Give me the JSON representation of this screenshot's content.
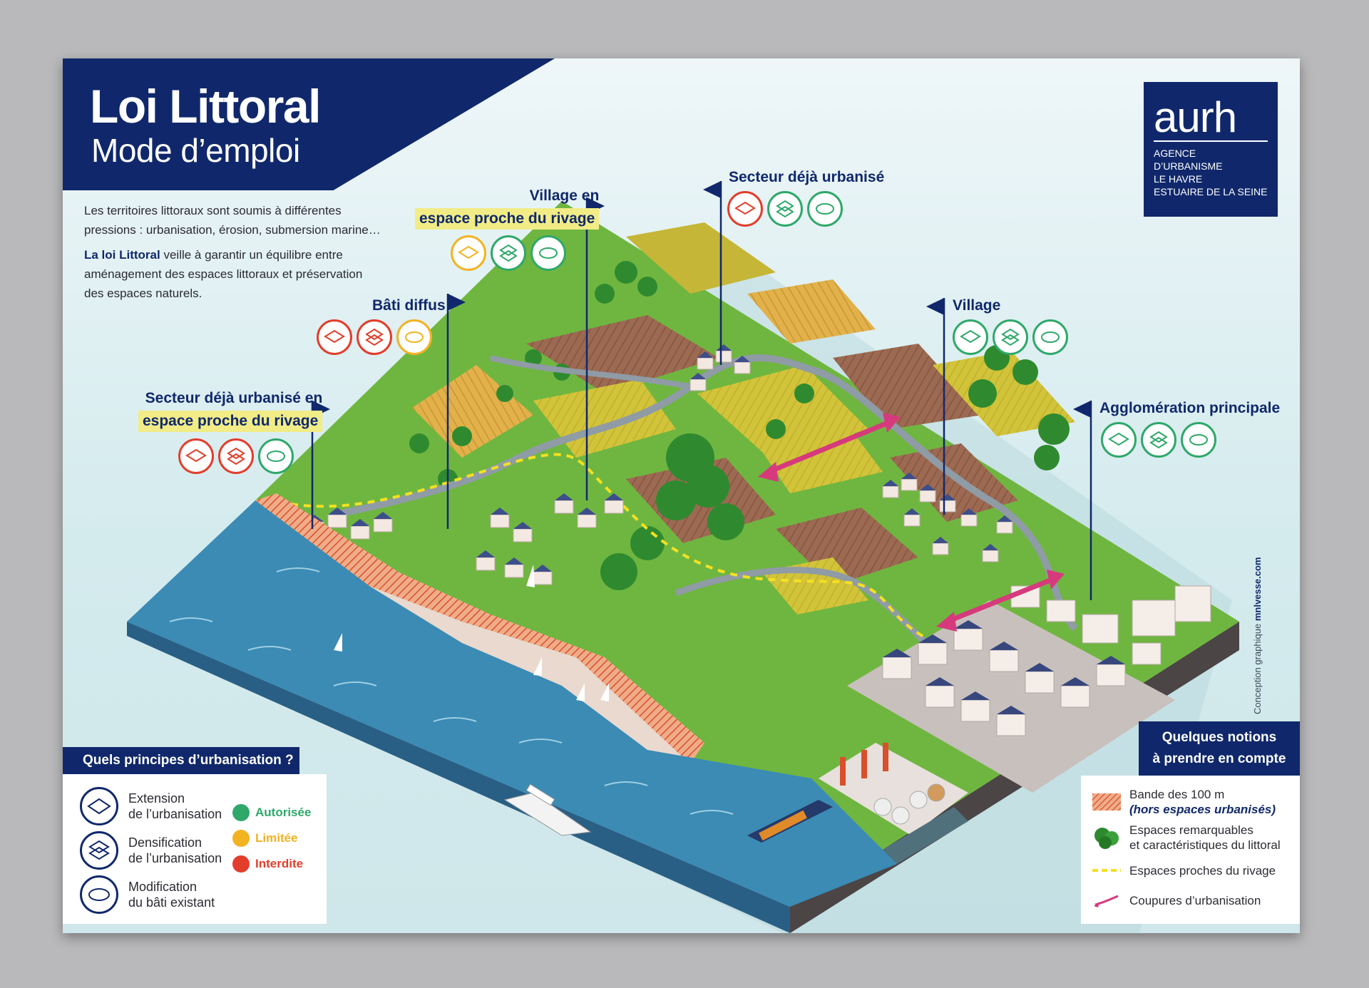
{
  "title": {
    "main": "Loi Littoral",
    "sub": "Mode d’emploi"
  },
  "intro": {
    "p1": "Les territoires littoraux sont soumis à différentes pressions : urbanisation, érosion, submersion marine…",
    "p2_bold": "La loi Littoral",
    "p2_rest": " veille à garantir un équilibre entre aménagement des espaces littoraux et préservation des espaces naturels."
  },
  "logo": {
    "word": "aurh",
    "line1": "Agence",
    "line2": "d’urbanisme",
    "line3": "Le Havre",
    "line4": "Estuaire de la Seine"
  },
  "sectors": {
    "sdu_rivage": {
      "line1": "Secteur déjà urbanisé en",
      "line2": "espace proche du rivage"
    },
    "bati_diffus": {
      "label": "Bâti diffus"
    },
    "village_rivage": {
      "line1": "Village en",
      "line2": "espace proche du rivage"
    },
    "sdu": {
      "label": "Secteur déjà urbanisé"
    },
    "village": {
      "label": "Village"
    },
    "agglo": {
      "label": "Agglomération principale"
    }
  },
  "legend_left": {
    "title": "Quels principes d’urbanisation ?",
    "items": [
      {
        "l1": "Extension",
        "l2": "de l’urbanisation",
        "icon": "extension-icon"
      },
      {
        "l1": "Densification",
        "l2": "de l’urbanisation",
        "icon": "densification-icon"
      },
      {
        "l1": "Modification",
        "l2": "du bâti existant",
        "icon": "modification-icon"
      }
    ],
    "status": [
      {
        "label": "Autorisée",
        "color": "#2fa86a"
      },
      {
        "label": "Limitée",
        "color": "#f2b322"
      },
      {
        "label": "Interdite",
        "color": "#e23e2b"
      }
    ]
  },
  "legend_right": {
    "title_l1": "Quelques notions",
    "title_l2": "à prendre en compte",
    "items": [
      {
        "l1": "Bande des 100 m",
        "l2": "(hors espaces urbanisés)",
        "icon": "hatch-icon"
      },
      {
        "l1": "Espaces remarquables",
        "l2": "et caractéristiques du littoral",
        "icon": "trees-icon"
      },
      {
        "l1": "Espaces proches du rivage",
        "l2": "",
        "icon": "dashed-line-icon"
      },
      {
        "l1": "Coupures d’urbanisation",
        "l2": "",
        "icon": "arrow-icon"
      }
    ]
  },
  "credit": {
    "prefix": "Conception graphique",
    "brand": "mnlvesse.com"
  },
  "colors": {
    "navy": "#10286b",
    "green": "#2fa86a",
    "yellow": "#f2b322",
    "red": "#e23e2b",
    "sea": "#3b8bb4",
    "pink": "#d63a7c"
  }
}
